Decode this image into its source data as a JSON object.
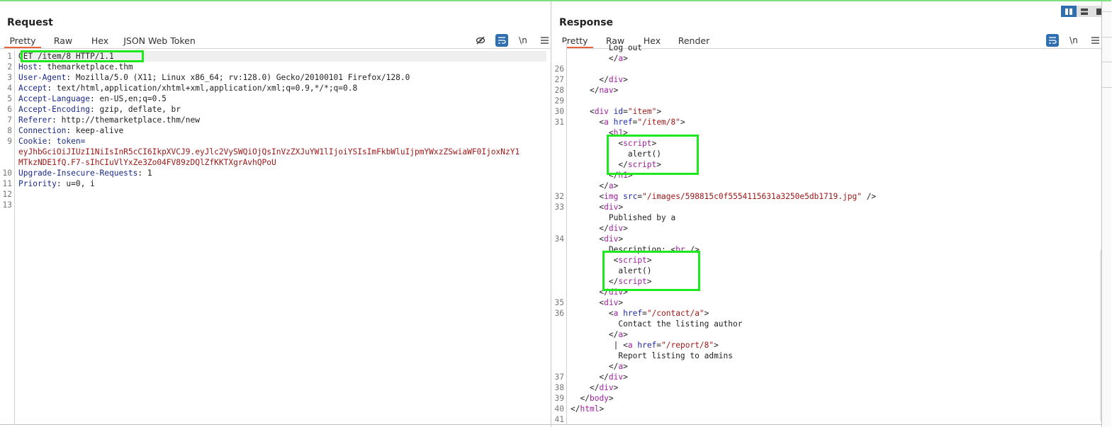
{
  "request": {
    "title": "Request",
    "tabs": [
      {
        "label": "Pretty",
        "active": true
      },
      {
        "label": "Raw",
        "active": false
      },
      {
        "label": "Hex",
        "active": false
      },
      {
        "label": "JSON Web Token",
        "active": false
      }
    ],
    "toolbar": {
      "hide_icon": "eye-slash-icon",
      "wrap_icon": "word-wrap-icon",
      "newline_label": "\\n",
      "menu_icon": "hamburger-menu-icon"
    },
    "line_numbers": [
      "1",
      "2",
      "3",
      "4",
      "5",
      "6",
      "7",
      "8",
      "9",
      "",
      "",
      "10",
      "11",
      "12",
      "13"
    ],
    "lines": [
      {
        "header": "",
        "value": "GET /item/8 HTTP/1.1"
      },
      {
        "header": "Host",
        "value": ": themarketplace.thm"
      },
      {
        "header": "User-Agent",
        "value": ": Mozilla/5.0 (X11; Linux x86_64; rv:128.0) Gecko/20100101 Firefox/128.0"
      },
      {
        "header": "Accept",
        "value": ": text/html,application/xhtml+xml,application/xml;q=0.9,*/*;q=0.8"
      },
      {
        "header": "Accept-Language",
        "value": ": en-US,en;q=0.5"
      },
      {
        "header": "Accept-Encoding",
        "value": ": gzip, deflate, br"
      },
      {
        "header": "Referer",
        "value": ": http://themarketplace.thm/new"
      },
      {
        "header": "Connection",
        "value": ": keep-alive"
      },
      {
        "header": "Cookie",
        "value": ": ",
        "cookie_name": "token="
      },
      {
        "header": "",
        "value": "",
        "token": "eyJhbGciOiJIUzI1NiIsInR5cCI6IkpXVCJ9.eyJlc2VySWQiOjQsInVzZXJuYW1lIjoiYSIsImFkbWluIjpmYWxzZSwiaWF0IjoxNzY1"
      },
      {
        "header": "",
        "value": "",
        "token": "MTkzNDE1fQ.F7-sIhCIuVlYxZe3Zo04FV89zDQlZfKKTXgrAvhQPoU"
      },
      {
        "header": "Upgrade-Insecure-Requests",
        "value": ": 1"
      },
      {
        "header": "Priority",
        "value": ": u=0, i"
      },
      {
        "header": "",
        "value": ""
      },
      {
        "header": "",
        "value": ""
      }
    ]
  },
  "response": {
    "title": "Response",
    "tabs": [
      {
        "label": "Pretty",
        "active": true
      },
      {
        "label": "Raw",
        "active": false
      },
      {
        "label": "Hex",
        "active": false
      },
      {
        "label": "Render",
        "active": false
      }
    ],
    "toolbar": {
      "wrap_icon": "word-wrap-icon",
      "newline_label": "\\n",
      "menu_icon": "hamburger-menu-icon"
    },
    "line_numbers": [
      "",
      "",
      "26",
      "27",
      "28",
      "29",
      "30",
      "31",
      "",
      "",
      "",
      "",
      "",
      "",
      "32",
      "33",
      "",
      "",
      "34",
      "",
      "",
      "",
      "",
      "",
      "35",
      "36",
      "",
      "",
      "",
      "",
      "",
      "37",
      "38",
      "39",
      "40",
      "41"
    ],
    "lines": [
      {
        "indent": "        ",
        "parts": [
          [
            "txt",
            "Log out"
          ]
        ]
      },
      {
        "indent": "        ",
        "parts": [
          [
            "txt",
            "</"
          ],
          [
            "tag",
            "a"
          ],
          [
            "txt",
            ">"
          ]
        ]
      },
      {
        "indent": "",
        "parts": []
      },
      {
        "indent": "      ",
        "parts": [
          [
            "txt",
            "</"
          ],
          [
            "tag",
            "div"
          ],
          [
            "txt",
            ">"
          ]
        ]
      },
      {
        "indent": "    ",
        "parts": [
          [
            "txt",
            "</"
          ],
          [
            "tag",
            "nav"
          ],
          [
            "txt",
            ">"
          ]
        ]
      },
      {
        "indent": "",
        "parts": []
      },
      {
        "indent": "    ",
        "parts": [
          [
            "txt",
            "<"
          ],
          [
            "tag",
            "div"
          ],
          [
            "txt",
            " "
          ],
          [
            "attr",
            "id"
          ],
          [
            "txt",
            "="
          ],
          [
            "str",
            "\"item\""
          ],
          [
            "txt",
            ">"
          ]
        ]
      },
      {
        "indent": "      ",
        "parts": [
          [
            "txt",
            "<"
          ],
          [
            "tag",
            "a"
          ],
          [
            "txt",
            " "
          ],
          [
            "attr",
            "href"
          ],
          [
            "txt",
            "="
          ],
          [
            "str",
            "\"/item/8\""
          ],
          [
            "txt",
            ">"
          ]
        ]
      },
      {
        "indent": "        ",
        "parts": [
          [
            "txt",
            "<"
          ],
          [
            "tag",
            "h1"
          ],
          [
            "txt",
            ">"
          ]
        ]
      },
      {
        "indent": "          ",
        "parts": [
          [
            "txt",
            "<"
          ],
          [
            "tag",
            "script"
          ],
          [
            "txt",
            ">"
          ]
        ]
      },
      {
        "indent": "            ",
        "parts": [
          [
            "txt",
            "alert()"
          ]
        ]
      },
      {
        "indent": "          ",
        "parts": [
          [
            "txt",
            "</"
          ],
          [
            "tag",
            "script"
          ],
          [
            "txt",
            ">"
          ]
        ]
      },
      {
        "indent": "        ",
        "parts": [
          [
            "txt",
            "</"
          ],
          [
            "tag",
            "h1"
          ],
          [
            "txt",
            ">"
          ]
        ]
      },
      {
        "indent": "      ",
        "parts": [
          [
            "txt",
            "</"
          ],
          [
            "tag",
            "a"
          ],
          [
            "txt",
            ">"
          ]
        ]
      },
      {
        "indent": "      ",
        "parts": [
          [
            "txt",
            "<"
          ],
          [
            "tag",
            "img"
          ],
          [
            "txt",
            " "
          ],
          [
            "attr",
            "src"
          ],
          [
            "txt",
            "="
          ],
          [
            "str",
            "\"/images/598815c0f5554115631a3250e5db1719.jpg\""
          ],
          [
            "txt",
            " />"
          ]
        ]
      },
      {
        "indent": "      ",
        "parts": [
          [
            "txt",
            "<"
          ],
          [
            "tag",
            "div"
          ],
          [
            "txt",
            ">"
          ]
        ]
      },
      {
        "indent": "        ",
        "parts": [
          [
            "txt",
            "Published by a"
          ]
        ]
      },
      {
        "indent": "      ",
        "parts": [
          [
            "txt",
            "</"
          ],
          [
            "tag",
            "div"
          ],
          [
            "txt",
            ">"
          ]
        ]
      },
      {
        "indent": "      ",
        "parts": [
          [
            "txt",
            "<"
          ],
          [
            "tag",
            "div"
          ],
          [
            "txt",
            ">"
          ]
        ]
      },
      {
        "indent": "        ",
        "parts": [
          [
            "txt",
            "Description: <"
          ],
          [
            "tag",
            "br"
          ],
          [
            "txt",
            " />"
          ]
        ]
      },
      {
        "indent": "         ",
        "parts": [
          [
            "txt",
            "<"
          ],
          [
            "tag",
            "script"
          ],
          [
            "txt",
            ">"
          ]
        ]
      },
      {
        "indent": "          ",
        "parts": [
          [
            "txt",
            "alert()"
          ]
        ]
      },
      {
        "indent": "        ",
        "parts": [
          [
            "txt",
            "</"
          ],
          [
            "tag",
            "script"
          ],
          [
            "txt",
            ">"
          ]
        ]
      },
      {
        "indent": "      ",
        "parts": [
          [
            "txt",
            "</"
          ],
          [
            "tag",
            "div"
          ],
          [
            "txt",
            ">"
          ]
        ]
      },
      {
        "indent": "      ",
        "parts": [
          [
            "txt",
            "<"
          ],
          [
            "tag",
            "div"
          ],
          [
            "txt",
            ">"
          ]
        ]
      },
      {
        "indent": "        ",
        "parts": [
          [
            "txt",
            "<"
          ],
          [
            "tag",
            "a"
          ],
          [
            "txt",
            " "
          ],
          [
            "attr",
            "href"
          ],
          [
            "txt",
            "="
          ],
          [
            "str",
            "\"/contact/a\""
          ],
          [
            "txt",
            ">"
          ]
        ]
      },
      {
        "indent": "          ",
        "parts": [
          [
            "txt",
            "Contact the listing author"
          ]
        ]
      },
      {
        "indent": "        ",
        "parts": [
          [
            "txt",
            "</"
          ],
          [
            "tag",
            "a"
          ],
          [
            "txt",
            ">"
          ]
        ]
      },
      {
        "indent": "         ",
        "parts": [
          [
            "txt",
            "| <"
          ],
          [
            "tag",
            "a"
          ],
          [
            "txt",
            " "
          ],
          [
            "attr",
            "href"
          ],
          [
            "txt",
            "="
          ],
          [
            "str",
            "\"/report/8\""
          ],
          [
            "txt",
            ">"
          ]
        ]
      },
      {
        "indent": "          ",
        "parts": [
          [
            "txt",
            "Report listing to admins"
          ]
        ]
      },
      {
        "indent": "        ",
        "parts": [
          [
            "txt",
            "</"
          ],
          [
            "tag",
            "a"
          ],
          [
            "txt",
            ">"
          ]
        ]
      },
      {
        "indent": "      ",
        "parts": [
          [
            "txt",
            "</"
          ],
          [
            "tag",
            "div"
          ],
          [
            "txt",
            ">"
          ]
        ]
      },
      {
        "indent": "    ",
        "parts": [
          [
            "txt",
            "</"
          ],
          [
            "tag",
            "div"
          ],
          [
            "txt",
            ">"
          ]
        ]
      },
      {
        "indent": "  ",
        "parts": [
          [
            "txt",
            "</"
          ],
          [
            "tag",
            "body"
          ],
          [
            "txt",
            ">"
          ]
        ]
      },
      {
        "indent": "",
        "parts": [
          [
            "txt",
            "</"
          ],
          [
            "tag",
            "html"
          ],
          [
            "txt",
            ">"
          ]
        ]
      },
      {
        "indent": "",
        "parts": []
      }
    ]
  },
  "layout_switch": {
    "options": [
      "side-by-side-icon",
      "stacked-icon",
      "single-pane-icon"
    ],
    "active": 0
  },
  "colors": {
    "accent_tab": "#e8643a",
    "highlight_box": "#1ee81e",
    "active_button": "#2f6fb0",
    "header_name": "#1c2a8c",
    "tag": "#a020a0",
    "string": "#a01818"
  }
}
